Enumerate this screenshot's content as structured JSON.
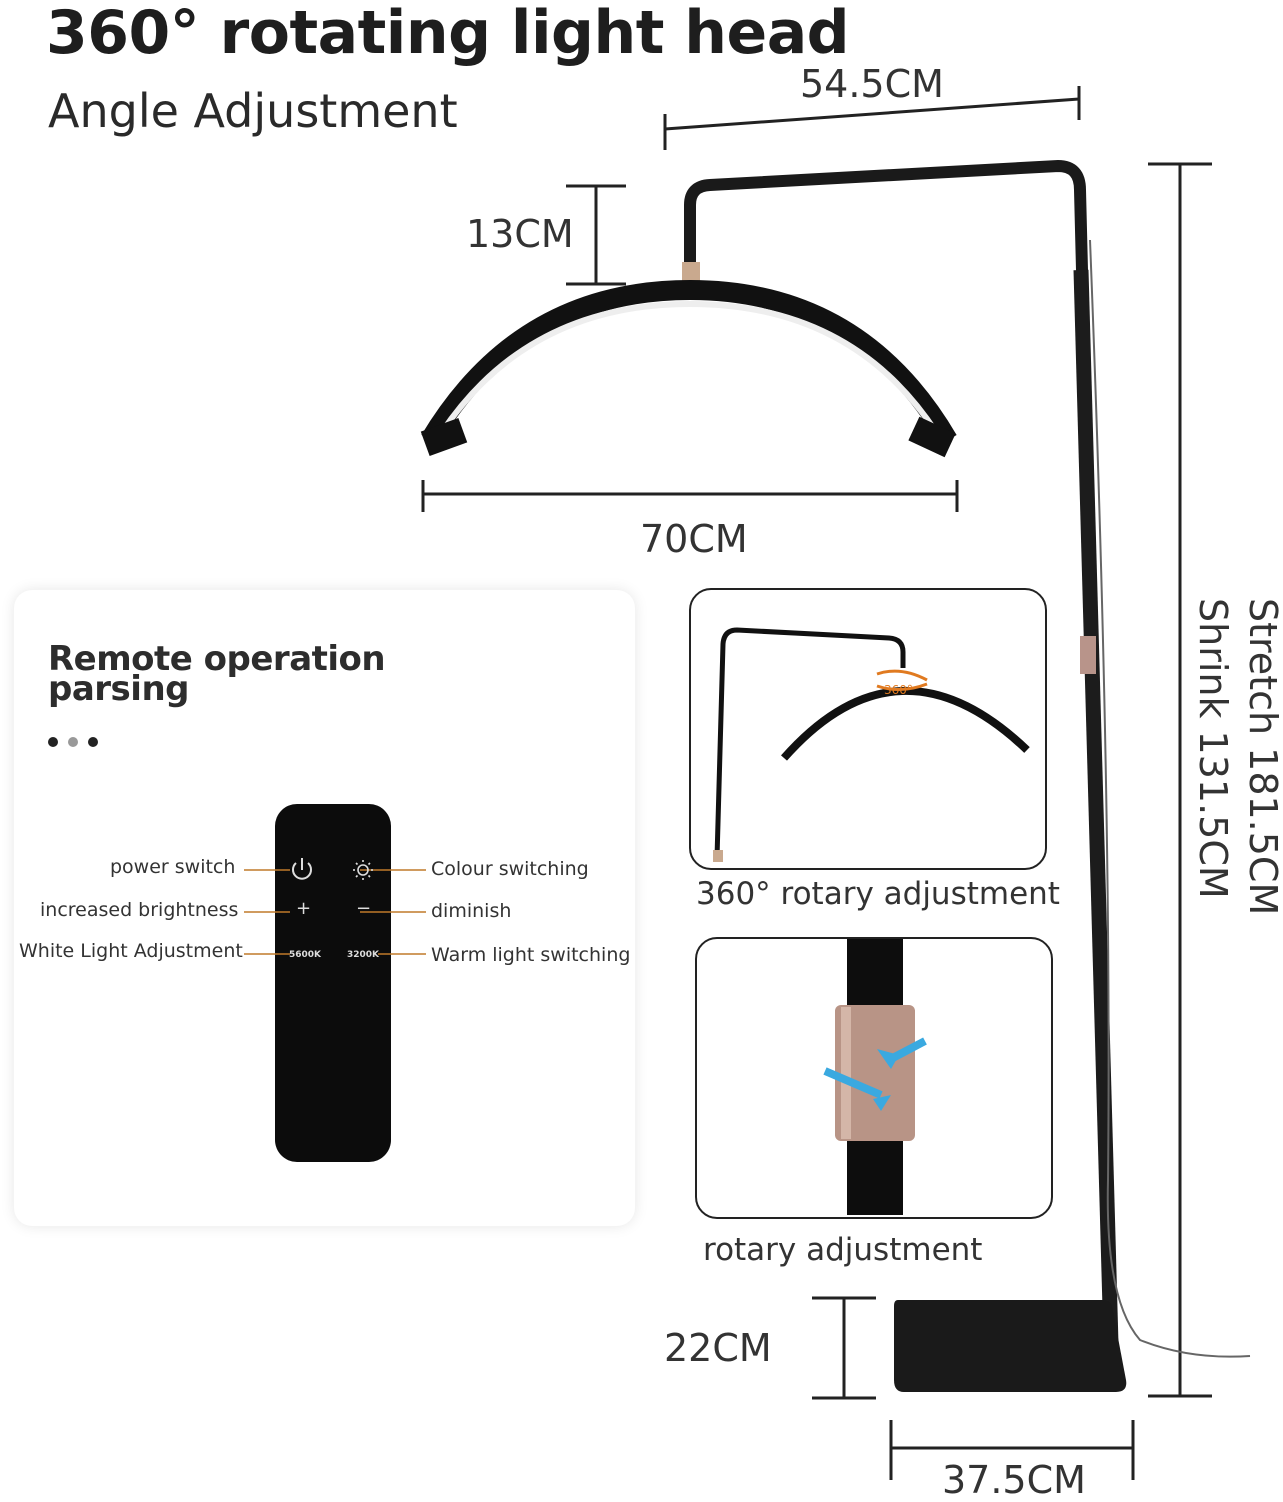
{
  "header": {
    "title": "360° rotating light head",
    "subtitle": "Angle Adjustment"
  },
  "dimensions": {
    "arm_width": "54.5CM",
    "neck_height": "13CM",
    "lamp_width": "70CM",
    "base_height": "22CM",
    "base_width": "37.5CM",
    "stretch": "Stretch 181.5CM",
    "shrink": "Shrink 131.5CM"
  },
  "remote_panel": {
    "title_line1": "Remote operation",
    "title_line2": "parsing",
    "labels": {
      "power": "power switch",
      "colour": "Colour switching",
      "increase": "increased brightness",
      "diminish": "diminish",
      "white": "White Light Adjustment",
      "warm": "Warm light switching"
    },
    "buttons": {
      "plus": "+",
      "minus": "−",
      "k5600": "5600K",
      "k3200": "3200K"
    }
  },
  "insets": {
    "rotary_360_badge": "360°",
    "rotary_360_caption": "360° rotary adjustment",
    "rotary_caption": "rotary adjustment"
  }
}
